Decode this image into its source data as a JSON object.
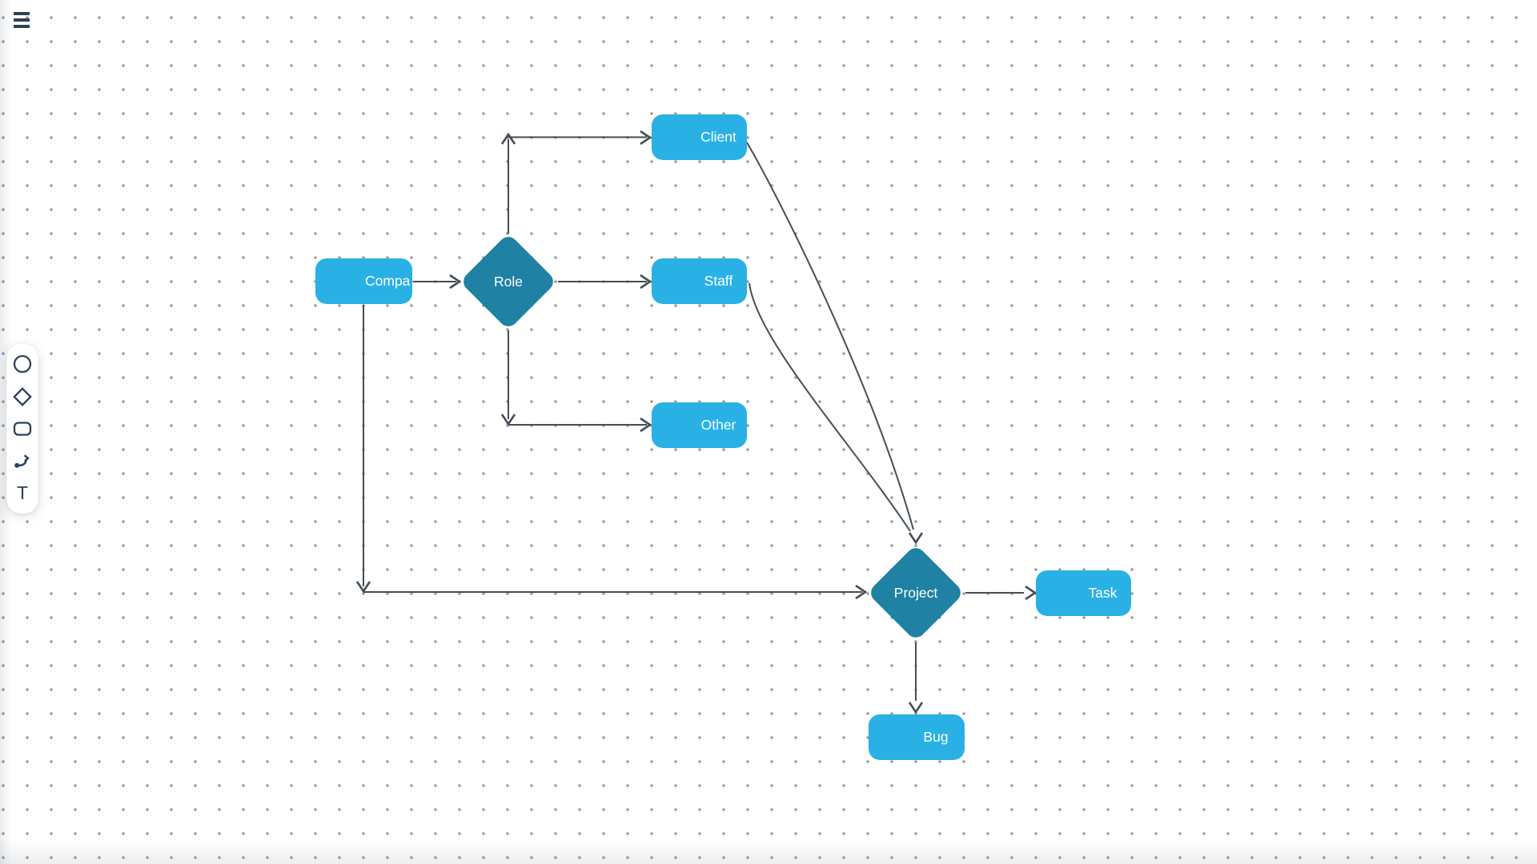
{
  "header": {
    "menu_icon": "hamburger-icon"
  },
  "toolbar": {
    "icons": [
      "circle-icon",
      "diamond-icon",
      "rounded-rectangle-icon",
      "connector-arrow-icon",
      "text-icon"
    ],
    "text_tool_glyph": "T"
  },
  "diagram": {
    "nodes": [
      {
        "label": "Compa",
        "shape": "rounded-rectangle",
        "fill": "#29b1e6"
      },
      {
        "label": "Role",
        "shape": "diamond",
        "fill": "#1f81a3"
      },
      {
        "label": "Client",
        "shape": "rounded-rectangle",
        "fill": "#29b1e6"
      },
      {
        "label": "Staff",
        "shape": "rounded-rectangle",
        "fill": "#29b1e6"
      },
      {
        "label": "Other",
        "shape": "rounded-rectangle",
        "fill": "#29b1e6"
      },
      {
        "label": "Project",
        "shape": "diamond",
        "fill": "#1f81a3"
      },
      {
        "label": "Task",
        "shape": "rounded-rectangle",
        "fill": "#29b1e6"
      },
      {
        "label": "Bug",
        "shape": "rounded-rectangle",
        "fill": "#29b1e6"
      }
    ],
    "edges": [
      {
        "from": "Compa",
        "to": "Role",
        "style": "straight-arrow"
      },
      {
        "from": "Role",
        "to": "Client",
        "style": "elbow-arrow"
      },
      {
        "from": "Role",
        "to": "Staff",
        "style": "straight-arrow"
      },
      {
        "from": "Role",
        "to": "Other",
        "style": "elbow-arrow"
      },
      {
        "from": "Compa",
        "to": "Project",
        "style": "elbow-arrow"
      },
      {
        "from": "Client",
        "to": "Project",
        "style": "curved-arrow"
      },
      {
        "from": "Staff",
        "to": "Project",
        "style": "curved-arrow"
      },
      {
        "from": "Project",
        "to": "Task",
        "style": "straight-arrow"
      },
      {
        "from": "Project",
        "to": "Bug",
        "style": "straight-arrow"
      }
    ],
    "colors": {
      "edge_stroke": "#454d57",
      "node_text": "#ffffff",
      "toolbar_icon": "#2c415c",
      "grid_dot": "#868e97"
    }
  }
}
